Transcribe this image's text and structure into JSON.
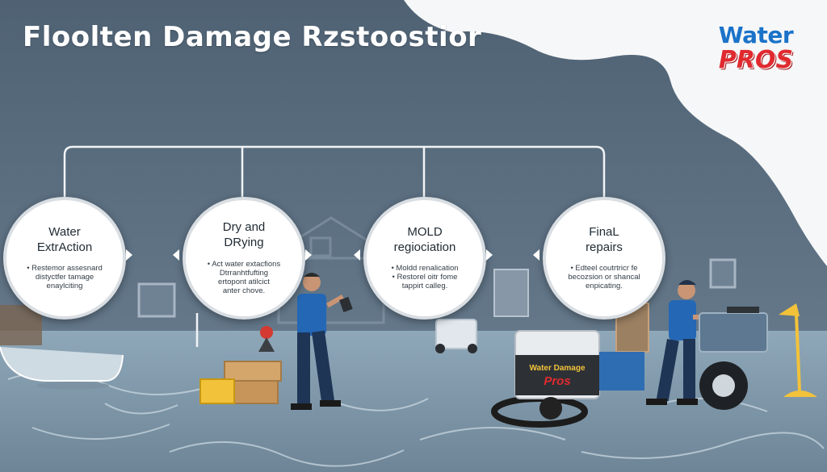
{
  "title": "Floolten Damage Rzstoostior",
  "logo": {
    "top": "Water",
    "bottom": "PROS"
  },
  "steps": [
    {
      "title": [
        "Water",
        "ExtrAction"
      ],
      "description": [
        "• Restemor assesnard",
        "distyctfer tamage",
        "enaylciting"
      ]
    },
    {
      "title": [
        "Dry and",
        "DRying"
      ],
      "description": [
        "• Act water extacfions",
        "Dtrranhtfufting",
        "ertopont atilcict",
        "anter chove."
      ]
    },
    {
      "title": [
        "MOLD",
        "regiociation"
      ],
      "description": [
        "• Moldd renalication",
        "• Restorel oitr fome",
        "tappirt calleg."
      ]
    },
    {
      "title": [
        "FinaL",
        "repairs"
      ],
      "description": [
        "• Edteel coutrtricr fe",
        "becozsion or shancal",
        "enpicating."
      ]
    }
  ],
  "equipment_label": {
    "top": "Water Damage",
    "bottom": "Pros"
  },
  "colors": {
    "wall": "#5b6d7e",
    "floor": "#8ea7b8",
    "circle_border": "#d9dee3",
    "connector": "#f2f4f6",
    "logo_blue": "#1a73c9",
    "logo_red": "#e02a2f",
    "worker_shirt": "#2467b5",
    "worker_pants": "#1e3556"
  },
  "icons": [
    "house-outline-icon",
    "worker-with-tablet-icon",
    "worker-with-machine-icon",
    "extractor-machine-icon",
    "dehumidifier-icon",
    "fan-icon",
    "boxes-icon",
    "floor-lamp-icon",
    "bathtub-icon"
  ]
}
